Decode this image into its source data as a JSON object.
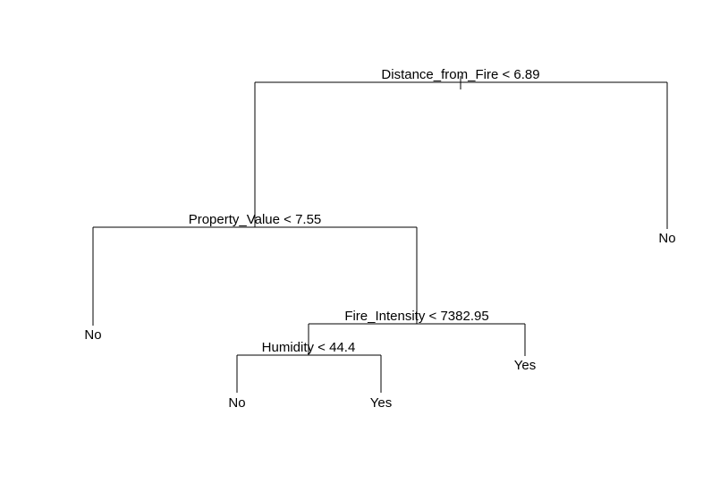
{
  "tree": {
    "nodes": {
      "root": {
        "split": "Distance_from_Fire < 6.89"
      },
      "property": {
        "split": "Property_Value < 7.55"
      },
      "fire": {
        "split": "Fire_Intensity < 7382.95"
      },
      "humidity": {
        "split": "Humidity < 44.4"
      }
    },
    "leaves": {
      "root_right": "No",
      "property_left": "No",
      "fire_right": "Yes",
      "humidity_left": "No",
      "humidity_right": "Yes"
    }
  }
}
